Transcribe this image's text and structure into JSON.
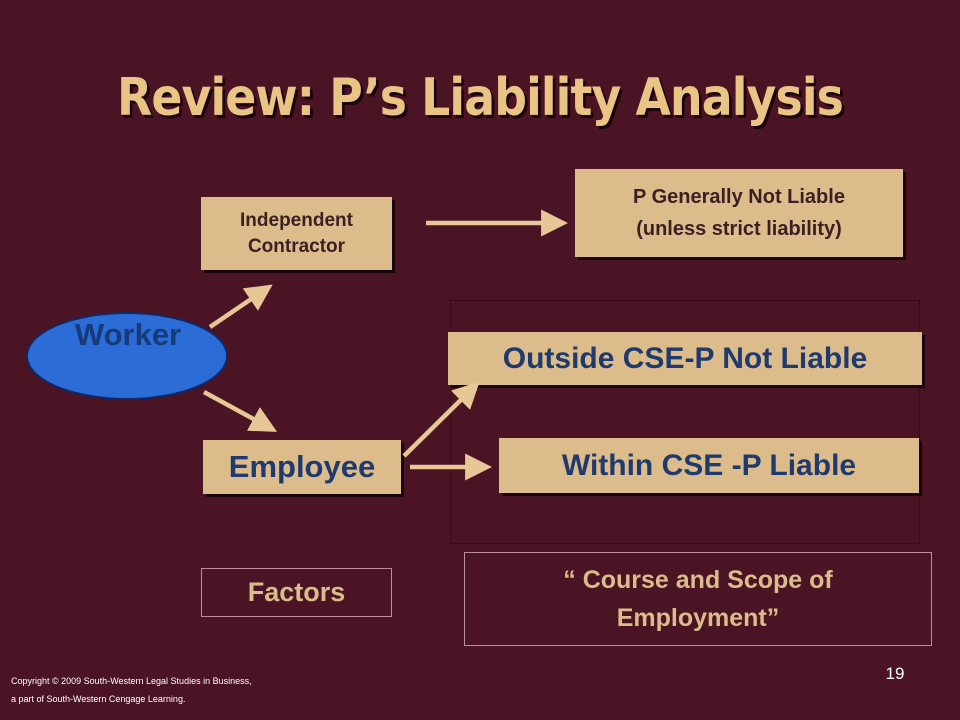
{
  "slide": {
    "title": "Review: P’s Liability Analysis",
    "worker_label": "Worker",
    "independent_contractor": "Independent Contractor",
    "not_liable_line1": "P Generally Not Liable",
    "not_liable_line2": "(unless strict liability)",
    "outside_cse": "Outside CSE-P Not Liable",
    "within_cse": "Within CSE -P Liable",
    "employee": "Employee",
    "factors": "Factors",
    "course_line1": "“ Course and Scope of",
    "course_line2": "Employment”",
    "page_number": "19"
  },
  "footer": {
    "copyright_line1": "Copyright © 2009 South-Western Legal Studies in Business,",
    "copyright_line2": "a part of South-Western Cengage Learning."
  },
  "colors": {
    "background": "#4a1424",
    "title": "#e9c484",
    "box_fill": "#dcbc8a",
    "box_text_dark": "#3a1f24",
    "box_text_navy": "#1f3a6e",
    "worker_fill": "#2b6cd6",
    "arrow": "#e7c795"
  }
}
